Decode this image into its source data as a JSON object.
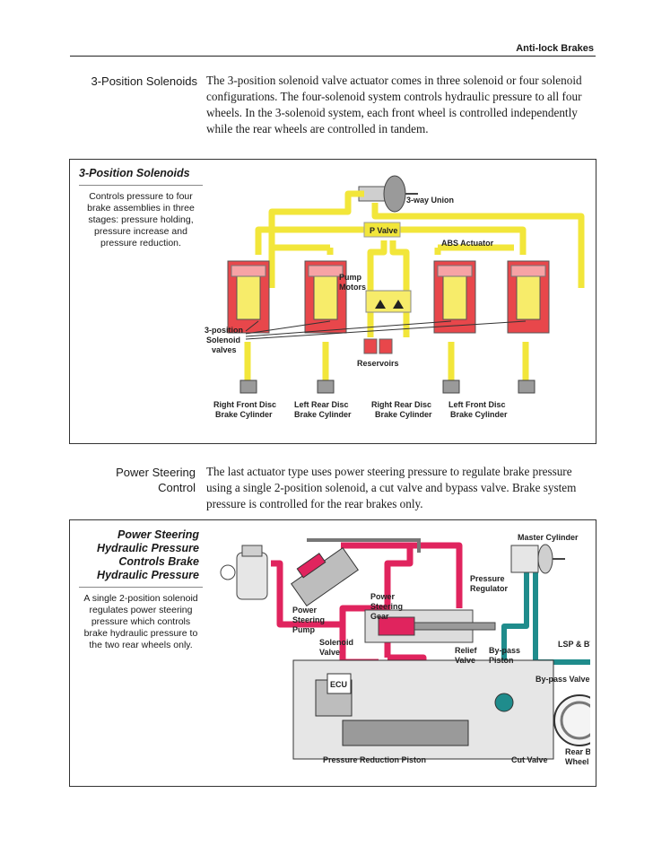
{
  "header": {
    "title": "Anti-lock Brakes"
  },
  "section1": {
    "label": "3-Position Solenoids",
    "paragraph": "The 3-position solenoid valve actuator comes in three solenoid or four solenoid configurations. The four-solenoid system controls hydraulic pressure to all four wheels. In the 3-solenoid system, each front wheel is controlled independently while the rear wheels are controlled in tandem."
  },
  "figure1": {
    "title": "3-Position Solenoids",
    "caption": "Controls pressure to four brake assemblies in three stages: pressure holding, pressure increase and pressure reduction.",
    "labels": {
      "three_way_union": "3-way Union",
      "p_valve": "P Valve",
      "abs_actuator": "ABS Actuator",
      "pump_motors_1": "Pump",
      "pump_motors_2": "Motors",
      "solenoid_1": "3-position",
      "solenoid_2": "Solenoid",
      "solenoid_3": "valves",
      "reservoirs": "Reservoirs",
      "rf_1": "Right Front Disc",
      "rf_2": "Brake Cylinder",
      "lr_1": "Left Rear Disc",
      "lr_2": "Brake Cylinder",
      "rr_1": "Right Rear Disc",
      "rr_2": "Brake Cylinder",
      "lf_1": "Left Front Disc",
      "lf_2": "Brake Cylinder"
    }
  },
  "section2": {
    "label_line1": "Power Steering",
    "label_line2": "Control",
    "paragraph": "The last actuator type uses power steering pressure to regulate brake pressure using a single 2-position solenoid, a cut valve and bypass valve. Brake system pressure is controlled for the rear brakes only."
  },
  "figure2": {
    "title_line1": "Power Steering",
    "title_line2": "Hydraulic Pressure",
    "title_line3": "Controls Brake",
    "title_line4": "Hydraulic Pressure",
    "caption": "A single 2-position solenoid regulates power steering pressure which controls brake hydraulic pressure to the two rear wheels only.",
    "labels": {
      "master_cylinder": "Master Cylinder",
      "pressure_regulator_1": "Pressure",
      "pressure_regulator_2": "Regulator",
      "ps_gear_1": "Power",
      "ps_gear_2": "Steering",
      "ps_gear_3": "Gear",
      "ps_pump_1": "Power",
      "ps_pump_2": "Steering",
      "ps_pump_3": "Pump",
      "solenoid_valve_1": "Solenoid",
      "solenoid_valve_2": "Valve",
      "relief_valve_1": "Relief",
      "relief_valve_2": "Valve",
      "bypass_piston_1": "By-pass",
      "bypass_piston_2": "Piston",
      "lsp_bv": "LSP & BV",
      "bypass_valve": "By-pass Valve",
      "ecu": "ECU",
      "rear_brake_1": "Rear Brake",
      "rear_brake_2": "Wheel Cylinder",
      "pressure_reduction_piston": "Pressure Reduction Piston",
      "cut_valve": "Cut Valve"
    }
  },
  "colors": {
    "yellow_line": "#f2e63a",
    "red_line": "#e0245e",
    "teal_line": "#1f8c8c",
    "solenoid_red": "#e8474b"
  }
}
